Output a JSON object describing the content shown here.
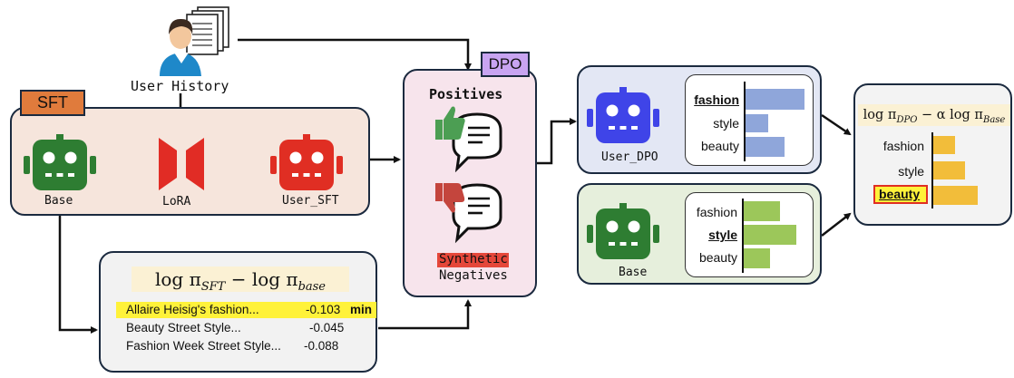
{
  "user_history_label": "User History",
  "sft": {
    "tag": "SFT",
    "base_label": "Base",
    "lora_label": "LoRA",
    "user_sft_label": "User_SFT"
  },
  "formula_sft": {
    "main": "log π",
    "sub1": "SFT",
    "mid": " − log π",
    "sub2": "base"
  },
  "score_table": [
    {
      "title": "Allaire Heisig's fashion...",
      "score": "-0.103",
      "mark": "min"
    },
    {
      "title": "Beauty Street Style...",
      "score": "-0.045",
      "mark": ""
    },
    {
      "title": "Fashion Week Street Style...",
      "score": "-0.088",
      "mark": ""
    }
  ],
  "dpo": {
    "tag": "DPO",
    "positives": "Positives",
    "synthetic": "Synthetic",
    "negatives": "Negatives"
  },
  "user_dpo_panel": {
    "label": "User_DPO",
    "words": [
      "fashion",
      "style",
      "beauty"
    ],
    "values": [
      0.9,
      0.35,
      0.6
    ]
  },
  "base_panel": {
    "label": "Base",
    "words": [
      "fashion",
      "style",
      "beauty"
    ],
    "values": [
      0.55,
      0.8,
      0.4
    ]
  },
  "formula_final": {
    "a": "log π",
    "sub1": "DPO",
    "b": " − α log π",
    "sub2": "Base"
  },
  "final_panel": {
    "words": [
      "fashion",
      "style",
      "beauty"
    ],
    "values": [
      0.45,
      0.65,
      0.9
    ]
  },
  "colors": {
    "sft_bg": "#f6e5dc",
    "sft_tag": "#e07b3c",
    "dpo_bg": "#f7e4ec",
    "dpo_tag": "#c8a4f1",
    "user_dpo_bg": "#e3e7f4",
    "base_bg": "#e6efdc",
    "final_bg": "#f3f3f3",
    "robot_green": "#2e7d32",
    "robot_red": "#e02e23",
    "robot_blue": "#3f44e8",
    "lora_red": "#e12c25",
    "bar_blue": "#8fa6da",
    "bar_green": "#9cc75a",
    "bar_yellow": "#f2bd3a",
    "highlight_yellow": "#fff23a",
    "synthetic_red": "#e5473a"
  }
}
